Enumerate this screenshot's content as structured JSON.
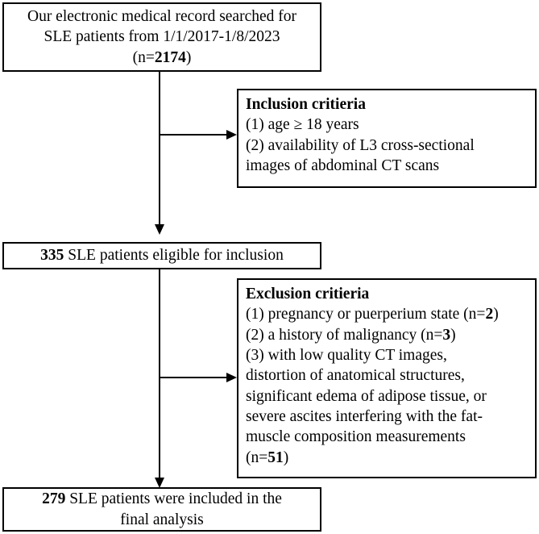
{
  "diagram": {
    "type": "patient-selection-flowchart",
    "boxes": {
      "source": {
        "line1": "Our electronic medical record searched for",
        "line2": "SLE patients from 1/1/2017-1/8/2023",
        "line3_prefix": "(n=",
        "line3_count": "2174",
        "line3_suffix": ")"
      },
      "inclusion": {
        "title": "Inclusion critieria",
        "item1": "(1) age ≥ 18 years",
        "item2_line1": "(2) availability of L3 cross-sectional",
        "item2_line2": "images of abdominal CT scans"
      },
      "eligible": {
        "count": "335",
        "text": " SLE patients eligible for inclusion"
      },
      "exclusion": {
        "title": "Exclusion critieria",
        "item1_prefix": "(1) pregnancy or puerperium state (n=",
        "item1_count": "2",
        "item1_suffix": ")",
        "item2_prefix": "(2) a history of malignancy (n=",
        "item2_count": "3",
        "item2_suffix": ")",
        "item3_line1": "(3) with low quality CT images,",
        "item3_line2": "distortion of anatomical structures,",
        "item3_line3": "significant edema of adipose tissue, or",
        "item3_line4": "severe ascites interfering with the fat-",
        "item3_line5": "muscle composition measurements",
        "item3_count_prefix": "(n=",
        "item3_count": "51",
        "item3_count_suffix": ")"
      },
      "final": {
        "count": "279",
        "line1": " SLE patients were included in the",
        "line2": "final analysis"
      }
    },
    "connectors": {
      "arrow_down_to_eligible": "arrow-down-icon",
      "arrow_down_to_final": "arrow-down-icon",
      "arrow_right_to_inclusion": "arrow-right-icon",
      "arrow_right_to_exclusion": "arrow-right-icon"
    },
    "colors": {
      "stroke": "#000000",
      "background": "#ffffff",
      "text": "#000000"
    }
  }
}
